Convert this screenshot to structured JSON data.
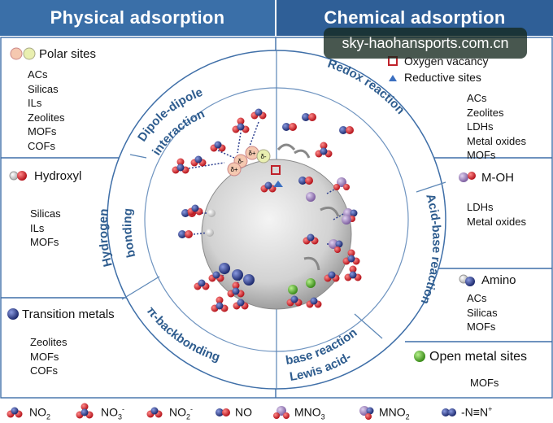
{
  "header": {
    "left_title": "Physical adsorption",
    "right_title": "Chemical adsorption"
  },
  "watermark": "sky-haohansports.com.cn",
  "ring_labels": {
    "dipole_line1": "Dipole-dipole",
    "dipole_line2": "interaction",
    "hbond_line1": "Hydrogen",
    "hbond_line2": "bonding",
    "pi": "π-backbonding",
    "lewis_line1": "Lewis acid-",
    "lewis_line2": "base reaction",
    "acidbase": "Acid-base reaction",
    "redox": "Redox reaction"
  },
  "left_panels": {
    "polar": {
      "title": "Polar sites",
      "badge_plus": "δ+",
      "badge_minus": "δ-",
      "items": [
        "ACs",
        "Silicas",
        "ILs",
        "Zeolites",
        "MOFs",
        "COFs"
      ]
    },
    "hydroxyl": {
      "title": "Hydroxyl",
      "items": [
        "Silicas",
        "ILs",
        "MOFs"
      ]
    },
    "transition": {
      "title": "Transition metals",
      "items": [
        "Zeolites",
        "MOFs",
        "COFs"
      ]
    }
  },
  "right_panels": {
    "redox": {
      "items_top": [
        "Oxygen vacancy",
        "Reductive sites"
      ],
      "items": [
        "ACs",
        "Zeolites",
        "LDHs",
        "Metal oxides",
        "MOFs"
      ]
    },
    "moh": {
      "title": "M-OH",
      "items": [
        "LDHs",
        "Metal oxides"
      ]
    },
    "amino": {
      "title": "Amino",
      "items": [
        "ACs",
        "Silicas",
        "MOFs"
      ]
    },
    "open": {
      "title": "Open metal sites",
      "items": [
        "MOFs"
      ]
    }
  },
  "legend": [
    {
      "main": "NO",
      "sub": "2",
      "sup": ""
    },
    {
      "main": "NO",
      "sub": "3",
      "sup": "-"
    },
    {
      "main": "NO",
      "sub": "2",
      "sup": "-"
    },
    {
      "main": "NO",
      "sub": "",
      "sup": ""
    },
    {
      "main": "MNO",
      "sub": "3",
      "sup": ""
    },
    {
      "main": "MNO",
      "sub": "2",
      "sup": ""
    },
    {
      "main": "-N≡N",
      "sub": "",
      "sup": "+"
    }
  ],
  "colors": {
    "header_left": "#3a6fa8",
    "header_right": "#2f5f97",
    "ring_text": "#2e5c8e",
    "line": "#5b86b6",
    "oxygen": "#d8222b",
    "nitrogen": "#2d3f8f",
    "metal": "#9b7fb8",
    "open_metal": "#5cb531"
  },
  "icons": [
    "polar-sites-icon",
    "hydroxyl-icon",
    "transition-metal-icon",
    "oxygen-vacancy-icon",
    "reductive-sites-icon",
    "moh-icon",
    "amino-icon",
    "open-metal-icon"
  ]
}
